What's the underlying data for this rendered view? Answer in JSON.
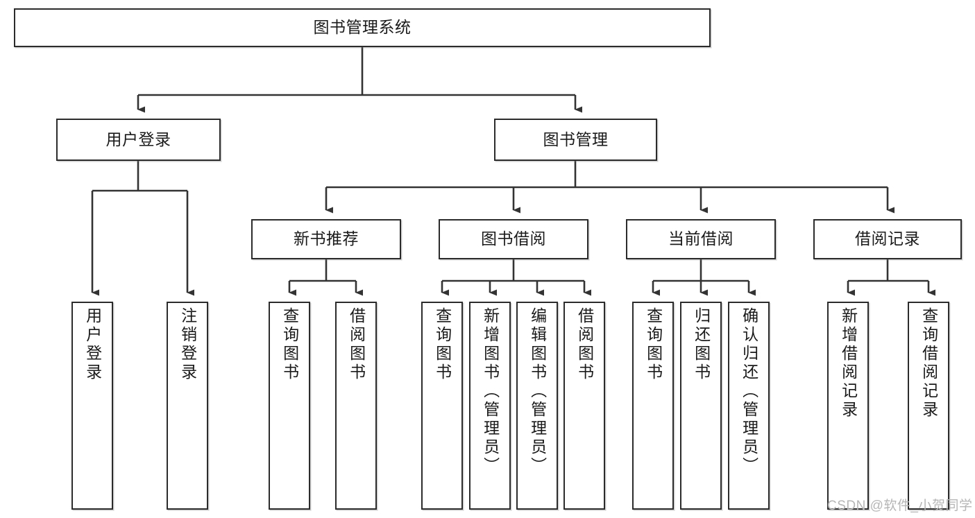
{
  "diagram": {
    "title": "图书管理系统",
    "type": "tree-hierarchy-diagram",
    "colors": {
      "box_border": "#2b2b2b",
      "box_fill": "#ffffff",
      "connector": "#333333",
      "text": "#1a1a1a",
      "watermark": "#b6b6b6",
      "background": "#ffffff"
    },
    "nodes": {
      "root": {
        "label": "图书管理系统",
        "orientation": "horizontal"
      },
      "level2": [
        {
          "id": "user-login",
          "label": "用户登录",
          "orientation": "horizontal"
        },
        {
          "id": "book-manage",
          "label": "图书管理",
          "orientation": "horizontal"
        }
      ],
      "level3": [
        {
          "id": "new-book-recommend",
          "label": "新书推荐",
          "orientation": "horizontal"
        },
        {
          "id": "book-borrow",
          "label": "图书借阅",
          "orientation": "horizontal"
        },
        {
          "id": "current-borrow",
          "label": "当前借阅",
          "orientation": "horizontal"
        },
        {
          "id": "borrow-record",
          "label": "借阅记录",
          "orientation": "horizontal"
        }
      ],
      "leaves": {
        "user_login": [
          {
            "id": "leaf-user-login",
            "label": "用户登录",
            "orientation": "vertical"
          },
          {
            "id": "leaf-logout-login",
            "label": "注销登录",
            "orientation": "vertical"
          }
        ],
        "new_book_recommend": [
          {
            "id": "leaf-query-book-1",
            "label": "查询图书",
            "orientation": "vertical"
          },
          {
            "id": "leaf-borrow-book-1",
            "label": "借阅图书",
            "orientation": "vertical"
          }
        ],
        "book_borrow": [
          {
            "id": "leaf-query-book-2",
            "label": "查询图书",
            "orientation": "vertical"
          },
          {
            "id": "leaf-add-book-admin",
            "label": "新增图书（管理员）",
            "orientation": "vertical"
          },
          {
            "id": "leaf-edit-book-admin",
            "label": "编辑图书（管理员）",
            "orientation": "vertical"
          },
          {
            "id": "leaf-borrow-book-2",
            "label": "借阅图书",
            "orientation": "vertical"
          }
        ],
        "current_borrow": [
          {
            "id": "leaf-query-book-3",
            "label": "查询图书",
            "orientation": "vertical"
          },
          {
            "id": "leaf-return-book",
            "label": "归还图书",
            "orientation": "vertical"
          },
          {
            "id": "leaf-confirm-return-admin",
            "label": "确认归还（管理员）",
            "orientation": "vertical"
          }
        ],
        "borrow_record": [
          {
            "id": "leaf-add-borrow-record",
            "label": "新增借阅记录",
            "orientation": "vertical"
          },
          {
            "id": "leaf-query-borrow-record",
            "label": "查询借阅记录",
            "orientation": "vertical"
          }
        ]
      }
    },
    "watermark": "CSDN @软件_小贺同学"
  }
}
